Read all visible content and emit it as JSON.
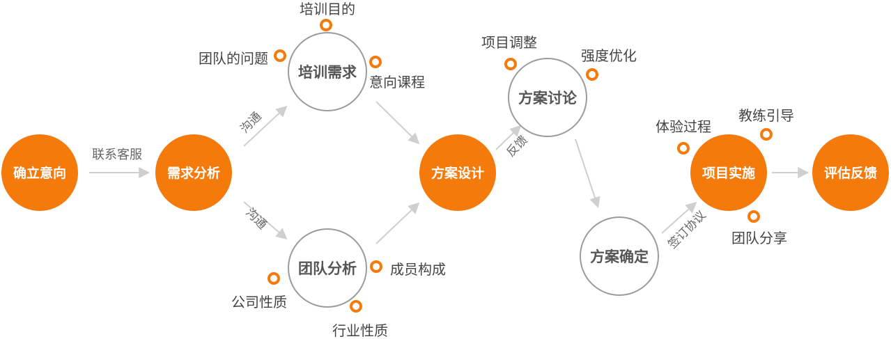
{
  "colors": {
    "accent": "#f47a0b",
    "circle_outline": "#9b9b9b",
    "arrow": "#cfcfcf",
    "label_text": "#444444",
    "node_dark_text": "#555555",
    "node_light_text": "#ffffff"
  },
  "nodes": {
    "confirm_intent": "确立意向",
    "needs_analysis": "需求分析",
    "training_needs": "培训需求",
    "team_analysis": "团队分析",
    "plan_design": "方案设计",
    "plan_discussion": "方案讨论",
    "plan_confirm": "方案确定",
    "project_impl": "项目实施",
    "evaluate_feedback": "评估反馈"
  },
  "connectors": {
    "contact_service": "联系客服",
    "communicate_up": "沟通",
    "communicate_down": "沟通",
    "feedback": "反馈",
    "sign_agreement": "签订协议"
  },
  "labels": {
    "training_goal": "培训目的",
    "team_issue": "团队的问题",
    "intended_course": "意向课程",
    "project_adjust": "项目调整",
    "intensity_opt": "强度优化",
    "member_comp": "成员构成",
    "company_nature": "公司性质",
    "industry_nature": "行业性质",
    "experience_process": "体验过程",
    "coach_guide": "教练引导",
    "team_share": "团队分享"
  }
}
